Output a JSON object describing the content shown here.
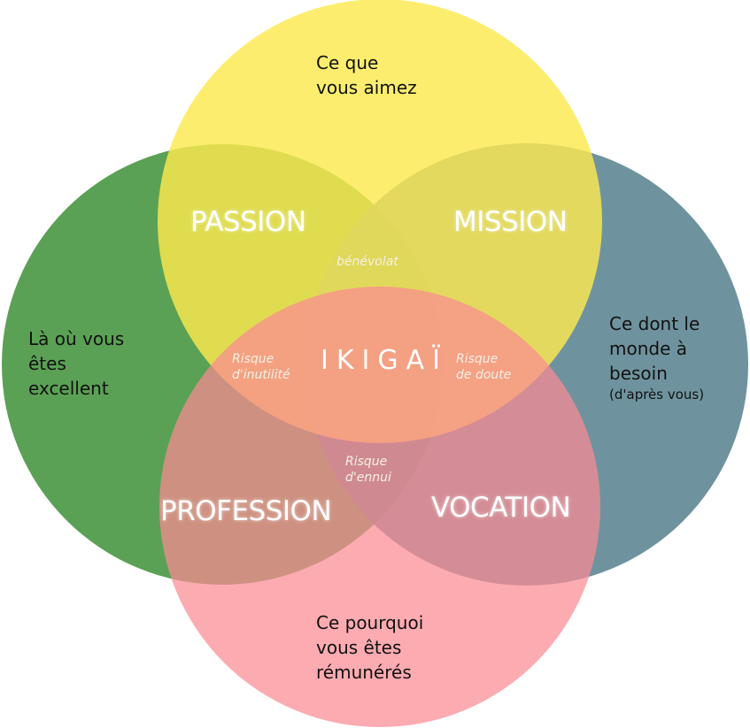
{
  "colors": {
    "yellow": "#fde94f",
    "green": "#4f9a48",
    "blue": "#5f8793",
    "pink": "#fb8a93"
  },
  "circles": {
    "top": "Ce que vous aimez",
    "left": "Là où vous êtes excellent",
    "right": "Ce dont le monde à besoin",
    "right_note": "(d'après vous)",
    "bottom": "Ce pourquoi vous êtes rémunérés"
  },
  "lines": {
    "top": [
      "Ce que",
      "vous aimez"
    ],
    "left": [
      "Là où vous",
      "êtes",
      "excellent"
    ],
    "right": [
      "Ce dont le",
      "monde à",
      "besoin"
    ],
    "bottom": [
      "Ce pourquoi",
      "vous êtes",
      "rémunérés"
    ]
  },
  "overlaps": {
    "passion": "PASSION",
    "mission": "MISSION",
    "profession": "PROFESSION",
    "vocation": "VOCATION"
  },
  "center": "IKIGAÏ",
  "risks": {
    "top": "bénévolat",
    "left": [
      "Risque",
      "d'inutilité"
    ],
    "right": [
      "Risque",
      "de doute"
    ],
    "bottom": [
      "Risque",
      "d'ennui"
    ]
  }
}
